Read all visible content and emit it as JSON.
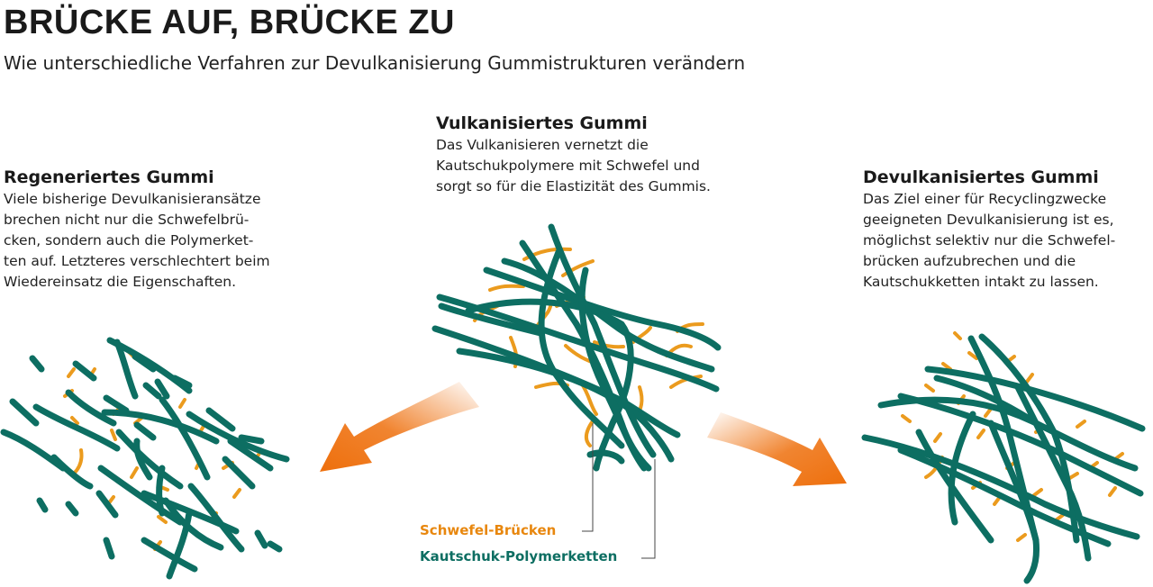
{
  "title": "BRÜCKE AUF, BRÜCKE ZU",
  "subtitle": "Wie unterschiedliche Verfahren zur Devulkanisierung Gummistrukturen verändern",
  "panels": {
    "left": {
      "heading": "Regeneriertes Gummi",
      "lines": [
        "Viele bisherige Devulkanisieransätze",
        "brechen nicht nur die Schwefelbrü-",
        "cken, sondern auch die Polymerket-",
        "ten auf. Letzteres verschlechtert beim",
        "Wiedereinsatz die Eigenschaften."
      ]
    },
    "middle": {
      "heading": "Vulkanisiertes Gummi",
      "lines": [
        "Das Vulkanisieren vernetzt die",
        "Kautschukpolymere mit Schwefel und",
        "sorgt so für die Elastizität des Gummis."
      ]
    },
    "right": {
      "heading": "Devulkanisiertes Gummi",
      "lines": [
        "Das Ziel einer für Recyclingzwecke",
        "geeigneten Devulkanisierung ist es,",
        "möglichst selektiv nur die Schwefel-",
        "brücken aufzubrechen und die",
        "Kautschukketten intakt zu lassen."
      ]
    }
  },
  "legend": {
    "sulfur": "Schwefel-Brücken",
    "polymer": "Kautschuk-Polymerketten"
  },
  "colors": {
    "polymer": "#0d6e62",
    "sulfur": "#eb9b1e",
    "arrow": "#ee6f0c"
  }
}
